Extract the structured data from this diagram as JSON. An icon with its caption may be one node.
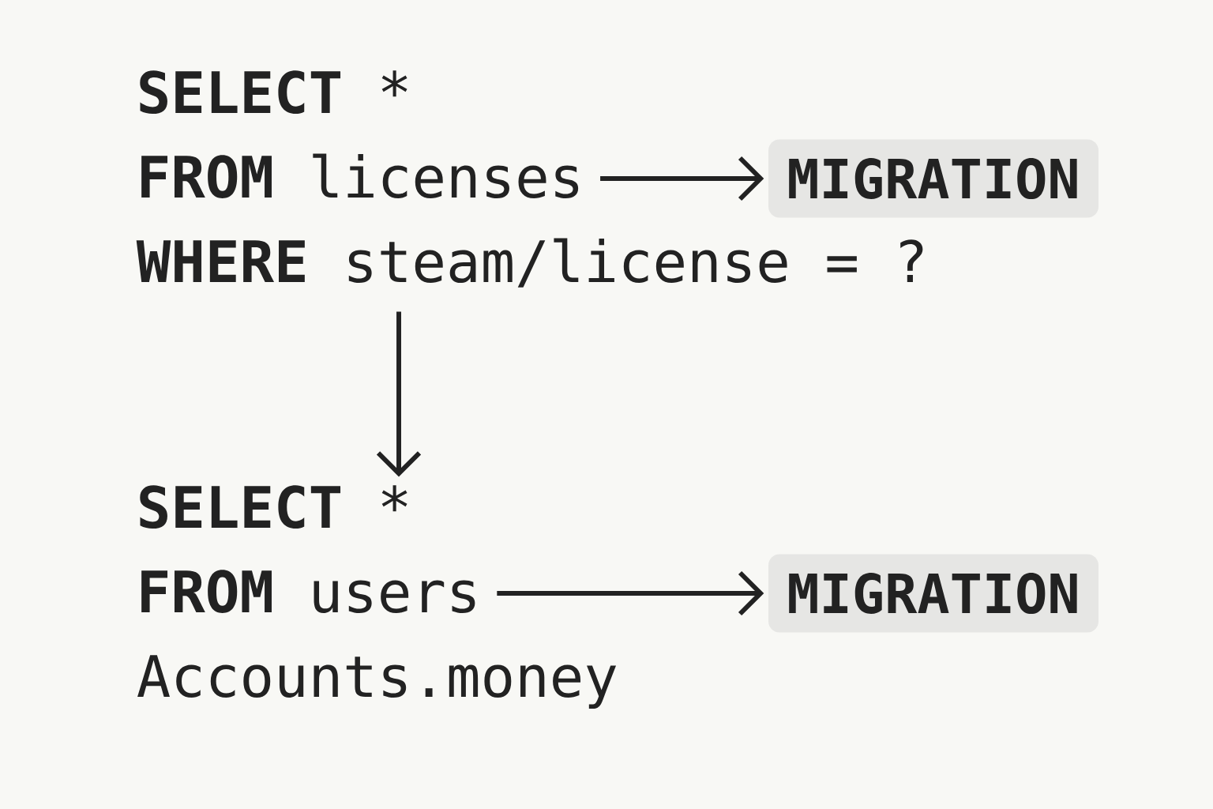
{
  "diagram": {
    "nodes": [
      {
        "text": [
          "**SELECT** *"
        ]
      },
      {
        "text": [
          "**FROM** licenses"
        ]
      },
      {
        "text": [
          "**WHERE** steam/license = ?"
        ]
      },
      {
        "text": [
          "MIGRATION"
        ]
      },
      {
        "text": [
          "**SELECT** *"
        ]
      },
      {
        "text": [
          "**FROM** users"
        ]
      },
      {
        "text": [
          "Accounts.money"
        ]
      },
      {
        "text": [
          "MIGRATION"
        ]
      }
    ],
    "edges": [
      {
        "from": 1,
        "to": 3,
        "arrow": "to"
      },
      {
        "from": 2,
        "to": 4,
        "arrow": "to"
      },
      {
        "from": 5,
        "to": 7,
        "arrow": "to"
      }
    ]
  }
}
